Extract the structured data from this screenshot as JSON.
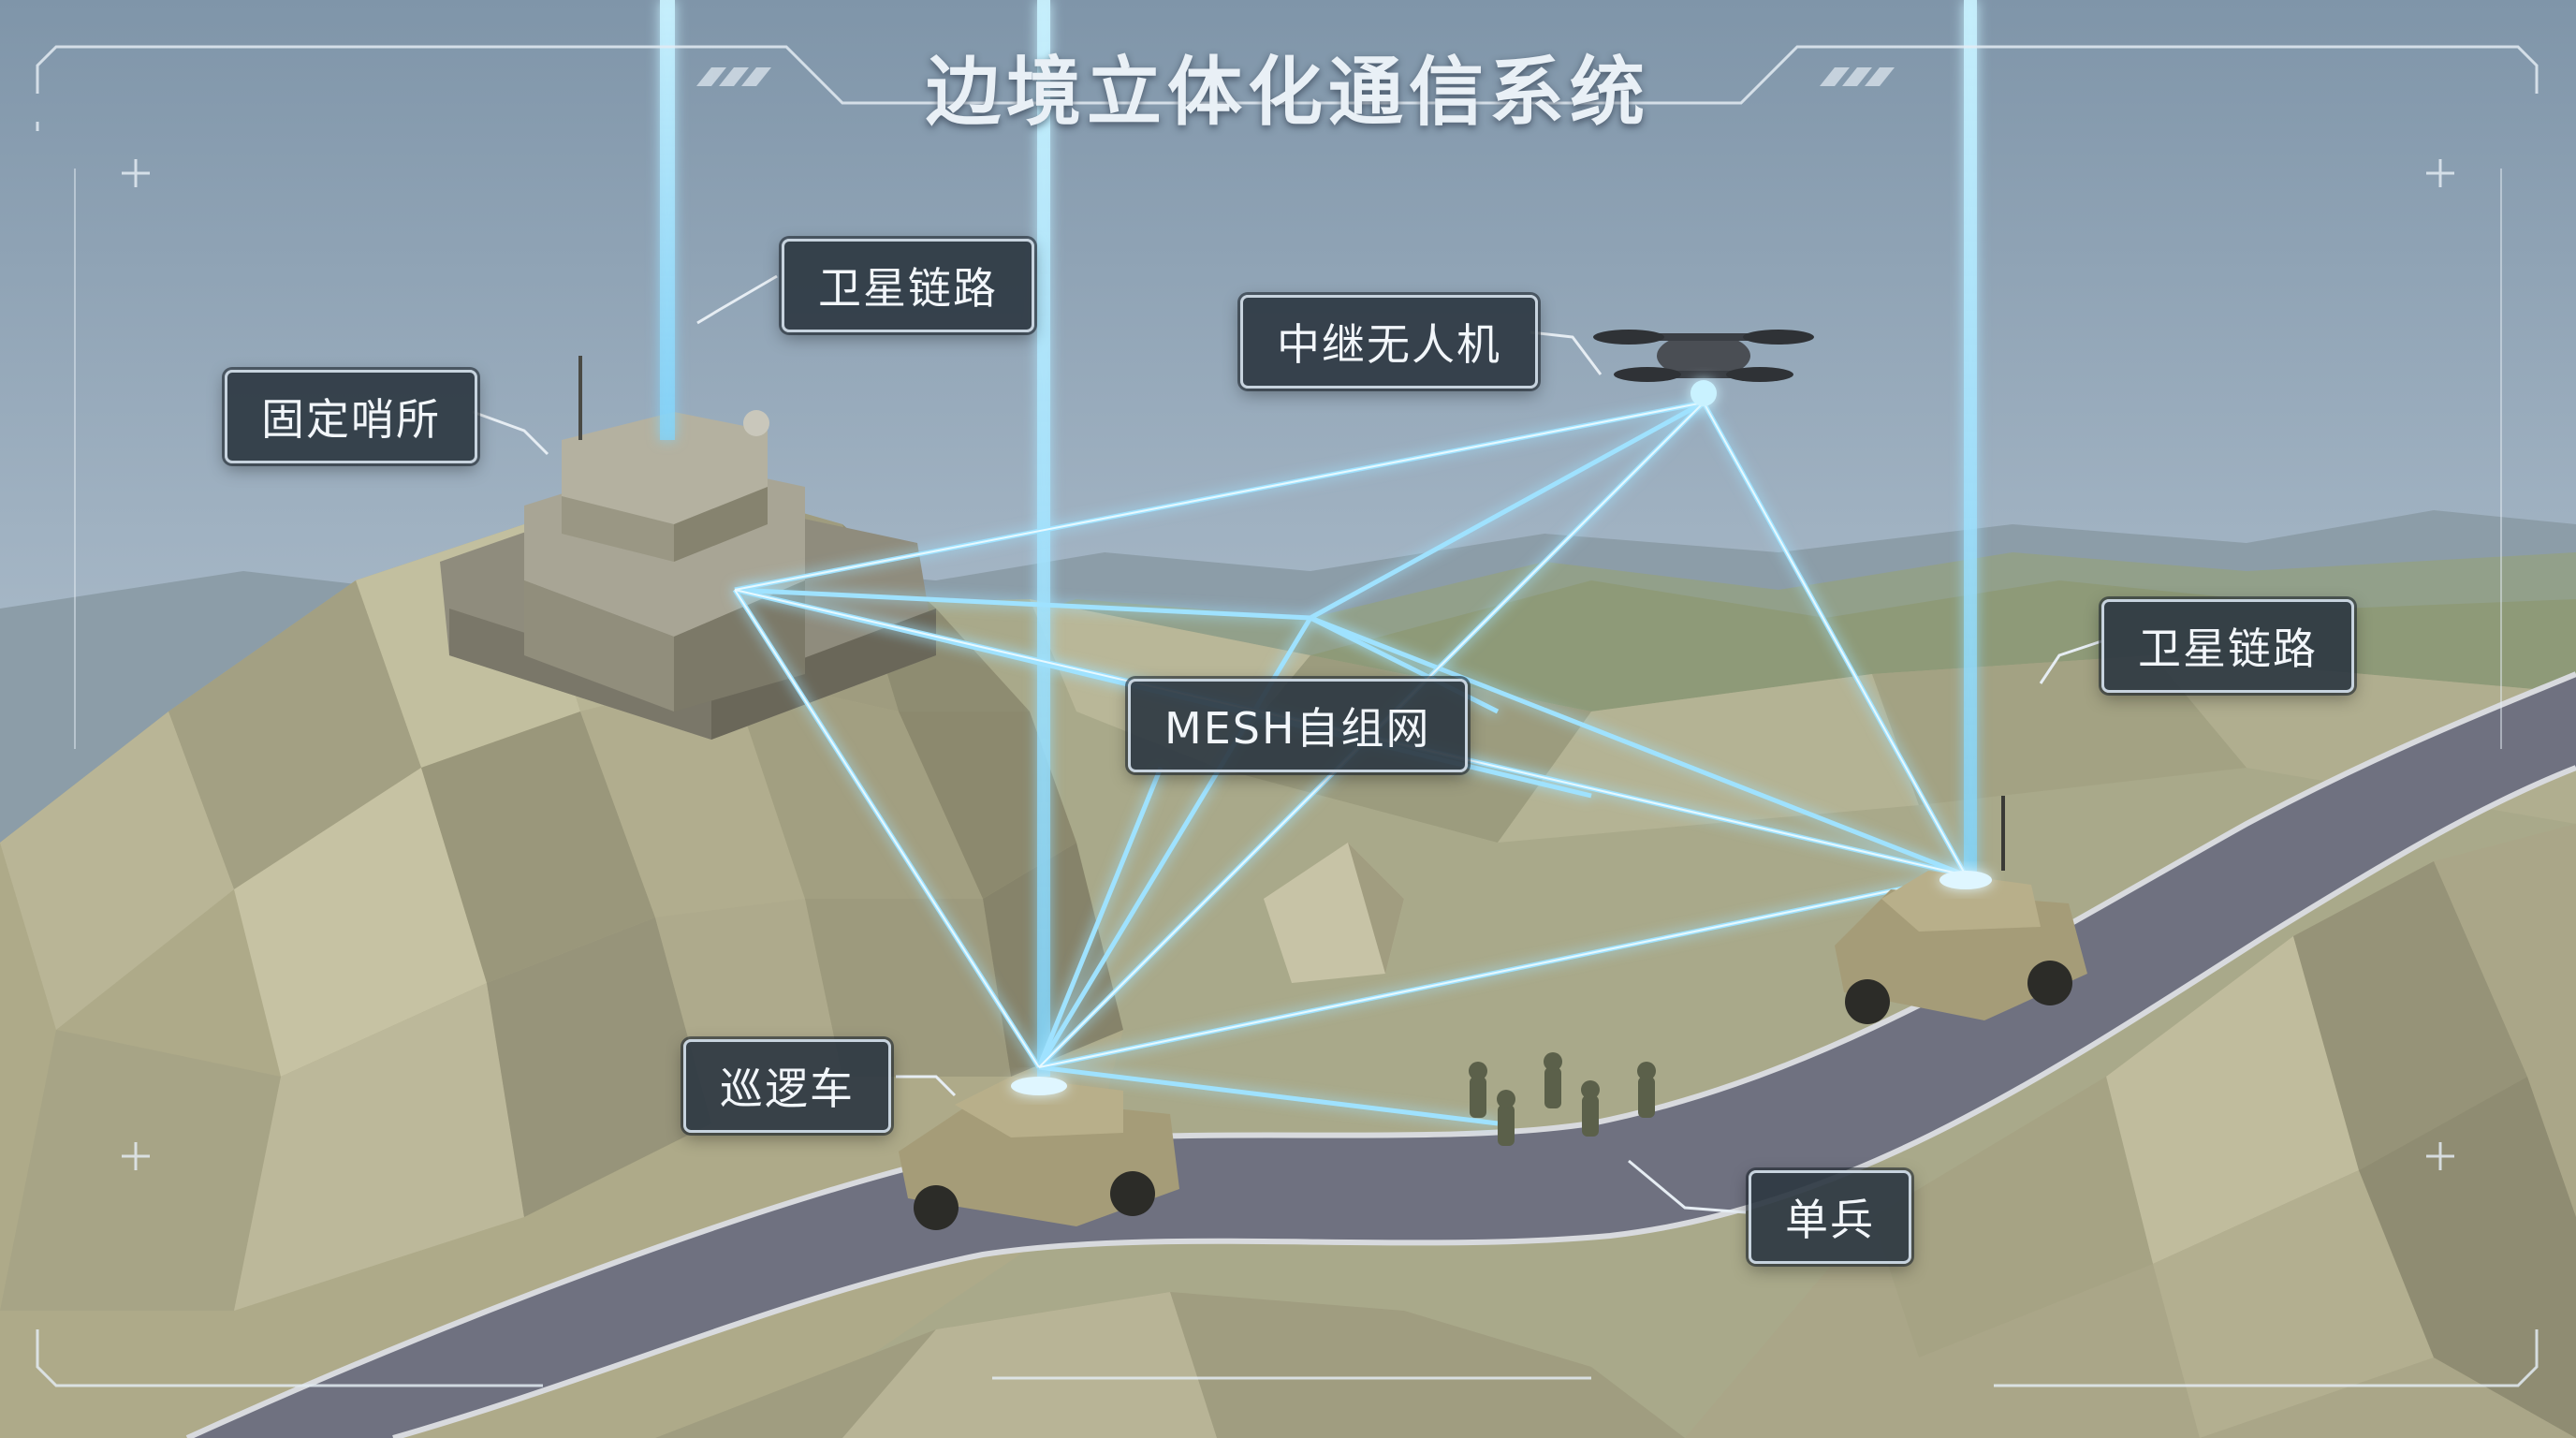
{
  "title": "边境立体化通信系统",
  "labels": {
    "satellite_link_left": "卫星链路",
    "fixed_outpost": "固定哨所",
    "relay_drone": "中继无人机",
    "satellite_link_right": "卫星链路",
    "mesh_network": "MESH自组网",
    "patrol_vehicle": "巡逻车",
    "infantry": "单兵"
  },
  "colors": {
    "link_glow": "#9fe2ff",
    "link_core": "#e8f9ff",
    "label_bg": "#2e3842",
    "label_border": "#c7d3de",
    "terrain": "#a8a888",
    "road": "#6c6e7c",
    "sky": "#8fa5b8"
  }
}
